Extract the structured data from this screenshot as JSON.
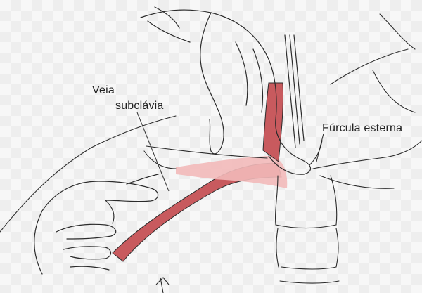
{
  "labels": {
    "veia": "Veia",
    "subclavia": "subclávia",
    "furcula": "Fúrcula esterna"
  },
  "colors": {
    "line": "#2b2b2b",
    "vein_dark": "#c85a5e",
    "vein_light": "#f2b9b9",
    "background": "#f7f7f7"
  }
}
